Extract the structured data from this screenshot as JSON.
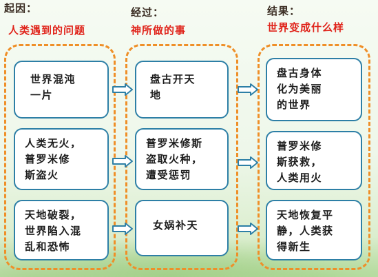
{
  "headings": [
    {
      "label": "起因：",
      "subtitle": "人类遇到的问题"
    },
    {
      "label": "经过：",
      "subtitle": "神所做的事"
    },
    {
      "label": "结果：",
      "subtitle": "世界变成什么样"
    }
  ],
  "columns": [
    {
      "cards": [
        {
          "text": "世界混沌\n一片"
        },
        {
          "text": "人类无火，\n普罗米修\n斯盗火"
        },
        {
          "text": "天地破裂，\n世界陷入混\n乱和恐怖"
        }
      ]
    },
    {
      "cards": [
        {
          "text": "盘古开天\n地"
        },
        {
          "text": "普罗米修斯\n盗取火种，\n遭受惩罚"
        },
        {
          "text": "女娲补天"
        }
      ]
    },
    {
      "cards": [
        {
          "text": "盘古身体\n化为美丽\n的世界"
        },
        {
          "text": "普罗米修\n斯获救，\n人类用火"
        },
        {
          "text": "天地恢复平\n静，人类获\n得新生"
        }
      ]
    }
  ],
  "colors": {
    "frame": "#ef8f28",
    "card_border": "#2d7fa6",
    "arrow": "#2d7fa6",
    "heading_red": "#e0241b",
    "heading_dark": "#3a2c22"
  },
  "icons": {
    "arrow": "double-line-right-arrow-icon"
  }
}
